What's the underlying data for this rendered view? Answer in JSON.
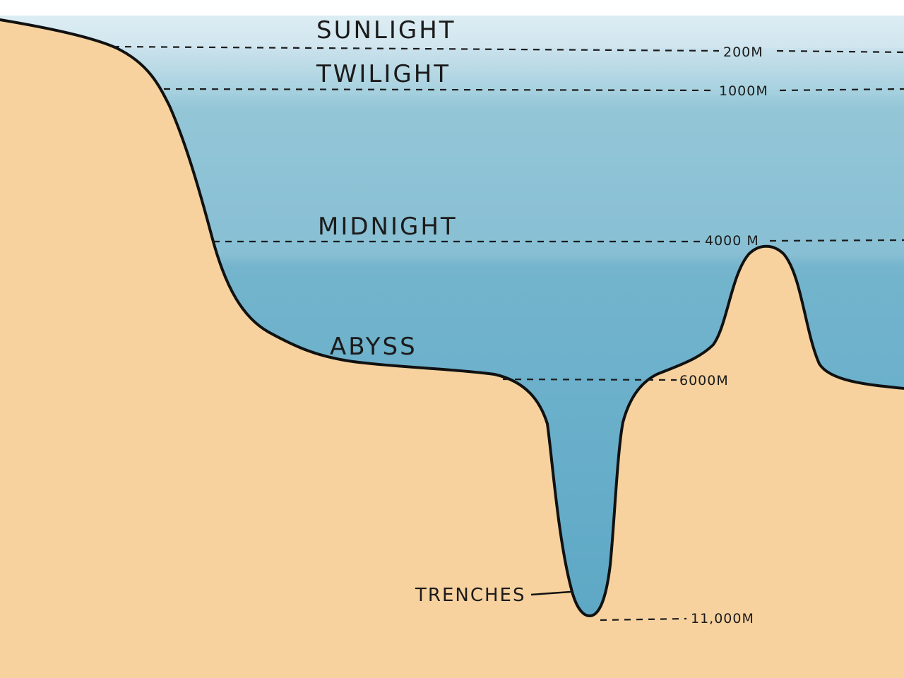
{
  "zones": {
    "sunlight": "SUNLIGHT",
    "twilight": "TWILIGHT",
    "midnight": "MIDNIGHT",
    "abyss": "ABYSS",
    "trenches": "TRENCHES"
  },
  "depths": {
    "d200": "200M",
    "d1000": "1000M",
    "d4000": "4000 M",
    "d6000": "6000M",
    "d11000": "11,000M"
  },
  "colors": {
    "sky": "#dcecf3",
    "sunlight_water": "#cfe4ee",
    "twilight_water": "#92c5d6",
    "midnight_water": "#73b3cd",
    "trench_water": "#5fa9c6",
    "sand": "#f7d29e",
    "outline": "#111111"
  }
}
